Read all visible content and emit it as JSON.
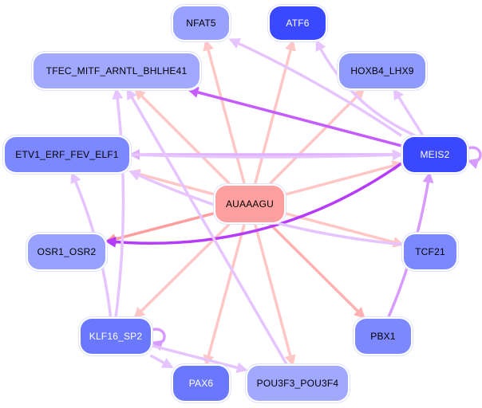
{
  "title": "Regulatory network around AUAAAGU",
  "colors": {
    "center_fill": "#ff9f9f",
    "node_dark": "#3a48ff",
    "node_mid": "#6a78ff",
    "node_med": "#7c88ff",
    "node_light": "#8f9aff",
    "node_lighter": "#a0a8ff",
    "edge_pink": "#ffc6c6",
    "edge_pink_strong": "#ff9e9e",
    "edge_lavender": "#e6c4ff",
    "edge_violet": "#d79bff",
    "edge_purple": "#c45cff",
    "edge_deep_purple": "#b53cff",
    "text_dark": "#000000",
    "text_light": "#ffffff"
  },
  "nodes": [
    {
      "id": "NFAT5",
      "label": "NFAT5",
      "fill": "#98a1ff",
      "text": "#000000"
    },
    {
      "id": "ATF6",
      "label": "ATF6",
      "fill": "#3a48ff",
      "text": "#ffffff"
    },
    {
      "id": "TFEC",
      "label": "TFEC_MITF_ARNTL_BHLHE41",
      "fill": "#a0a8ff",
      "text": "#000000"
    },
    {
      "id": "HOXB4",
      "label": "HOXB4_LHX9",
      "fill": "#8f9aff",
      "text": "#000000"
    },
    {
      "id": "ETV1",
      "label": "ETV1_ERF_FEV_ELF1",
      "fill": "#7c88ff",
      "text": "#000000"
    },
    {
      "id": "MEIS2",
      "label": "MEIS2",
      "fill": "#3a48ff",
      "text": "#ffffff"
    },
    {
      "id": "AUAAAGU",
      "label": "AUAAAGU",
      "fill": "#ff9f9f",
      "text": "#000000"
    },
    {
      "id": "OSR1",
      "label": "OSR1_OSR2",
      "fill": "#98a1ff",
      "text": "#000000"
    },
    {
      "id": "TCF21",
      "label": "TCF21",
      "fill": "#7c88ff",
      "text": "#000000"
    },
    {
      "id": "KLF16",
      "label": "KLF16_SP2",
      "fill": "#6a78ff",
      "text": "#ffffff"
    },
    {
      "id": "PBX1",
      "label": "PBX1",
      "fill": "#7c88ff",
      "text": "#000000"
    },
    {
      "id": "PAX6",
      "label": "PAX6",
      "fill": "#6a78ff",
      "text": "#ffffff"
    },
    {
      "id": "POU3F3",
      "label": "POU3F3_POU3F4",
      "fill": "#a0a8ff",
      "text": "#000000"
    }
  ],
  "edges": [
    {
      "from": "AUAAAGU",
      "to": "NFAT5",
      "color": "#ffc6c6"
    },
    {
      "from": "AUAAAGU",
      "to": "ATF6",
      "color": "#ffc6c6"
    },
    {
      "from": "AUAAAGU",
      "to": "TFEC",
      "color": "#ffc6c6"
    },
    {
      "from": "AUAAAGU",
      "to": "HOXB4",
      "color": "#ffc6c6"
    },
    {
      "from": "AUAAAGU",
      "to": "ETV1",
      "color": "#ffc6c6"
    },
    {
      "from": "AUAAAGU",
      "to": "MEIS2",
      "color": "#ffc6c6"
    },
    {
      "from": "AUAAAGU",
      "to": "OSR1",
      "color": "#ff9e9e"
    },
    {
      "from": "AUAAAGU",
      "to": "TCF21",
      "color": "#ffc6c6"
    },
    {
      "from": "AUAAAGU",
      "to": "KLF16",
      "color": "#ffc6c6"
    },
    {
      "from": "AUAAAGU",
      "to": "PBX1",
      "color": "#ffb0b0"
    },
    {
      "from": "AUAAAGU",
      "to": "PAX6",
      "color": "#ffc6c6"
    },
    {
      "from": "AUAAAGU",
      "to": "POU3F3",
      "color": "#ffc6c6"
    },
    {
      "from": "MEIS2",
      "to": "TFEC",
      "color": "#c45cff"
    },
    {
      "from": "MEIS2",
      "to": "NFAT5",
      "color": "#e6c4ff"
    },
    {
      "from": "MEIS2",
      "to": "ATF6",
      "color": "#e6c4ff"
    },
    {
      "from": "MEIS2",
      "to": "HOXB4",
      "color": "#e6c4ff"
    },
    {
      "from": "MEIS2",
      "to": "ETV1",
      "color": "#dfb0ff"
    },
    {
      "from": "MEIS2",
      "to": "OSR1",
      "color": "#b53cff"
    },
    {
      "from": "MEIS2",
      "to": "MEIS2",
      "color": "#d79bff"
    },
    {
      "from": "ETV1",
      "to": "MEIS2",
      "color": "#e6c4ff"
    },
    {
      "from": "TCF21",
      "to": "ETV1",
      "color": "#e6c4ff"
    },
    {
      "from": "PBX1",
      "to": "MEIS2",
      "color": "#d79bff"
    },
    {
      "from": "KLF16",
      "to": "TFEC",
      "color": "#e6c4ff"
    },
    {
      "from": "KLF16",
      "to": "ETV1",
      "color": "#e6c4ff"
    },
    {
      "from": "KLF16",
      "to": "KLF16",
      "color": "#d79bff"
    },
    {
      "from": "KLF16",
      "to": "PAX6",
      "color": "#e6c4ff"
    },
    {
      "from": "KLF16",
      "to": "POU3F3",
      "color": "#e6c4ff"
    },
    {
      "from": "POU3F3",
      "to": "TFEC",
      "color": "#e6c4ff"
    }
  ]
}
